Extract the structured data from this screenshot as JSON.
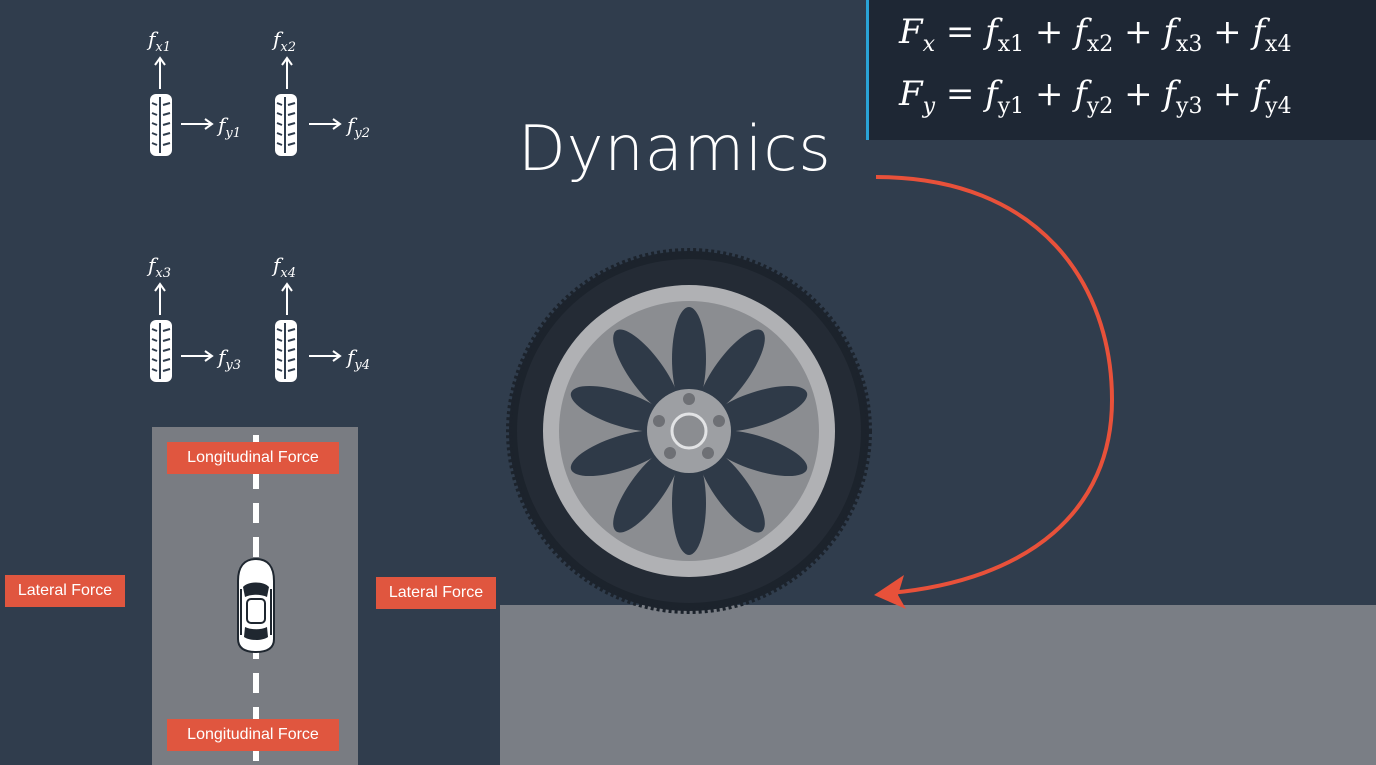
{
  "title": "Dynamics",
  "equations": {
    "fx": {
      "lhs": "F",
      "lhs_sub": "x",
      "terms": [
        [
          "f",
          "x1"
        ],
        [
          "f",
          "x2"
        ],
        [
          "f",
          "x3"
        ],
        [
          "f",
          "x4"
        ]
      ]
    },
    "fy": {
      "lhs": "F",
      "lhs_sub": "y",
      "terms": [
        [
          "f",
          "y1"
        ],
        [
          "f",
          "y2"
        ],
        [
          "f",
          "y3"
        ],
        [
          "f",
          "y4"
        ]
      ]
    }
  },
  "tires": [
    {
      "fx_sub": "x1",
      "fy_sub": "y1"
    },
    {
      "fx_sub": "x2",
      "fy_sub": "y2"
    },
    {
      "fx_sub": "x3",
      "fy_sub": "y3"
    },
    {
      "fx_sub": "x4",
      "fy_sub": "y4"
    }
  ],
  "road_labels": {
    "top": "Longitudinal Force",
    "bottom": "Longitudinal Force",
    "left": "Lateral Force",
    "right": "Lateral Force"
  },
  "colors": {
    "background": "#303d4d",
    "accent": "#e0563f",
    "equation_panel": "#1e2734",
    "equation_border": "#2aa3d6",
    "ground": "#7a7e85"
  }
}
